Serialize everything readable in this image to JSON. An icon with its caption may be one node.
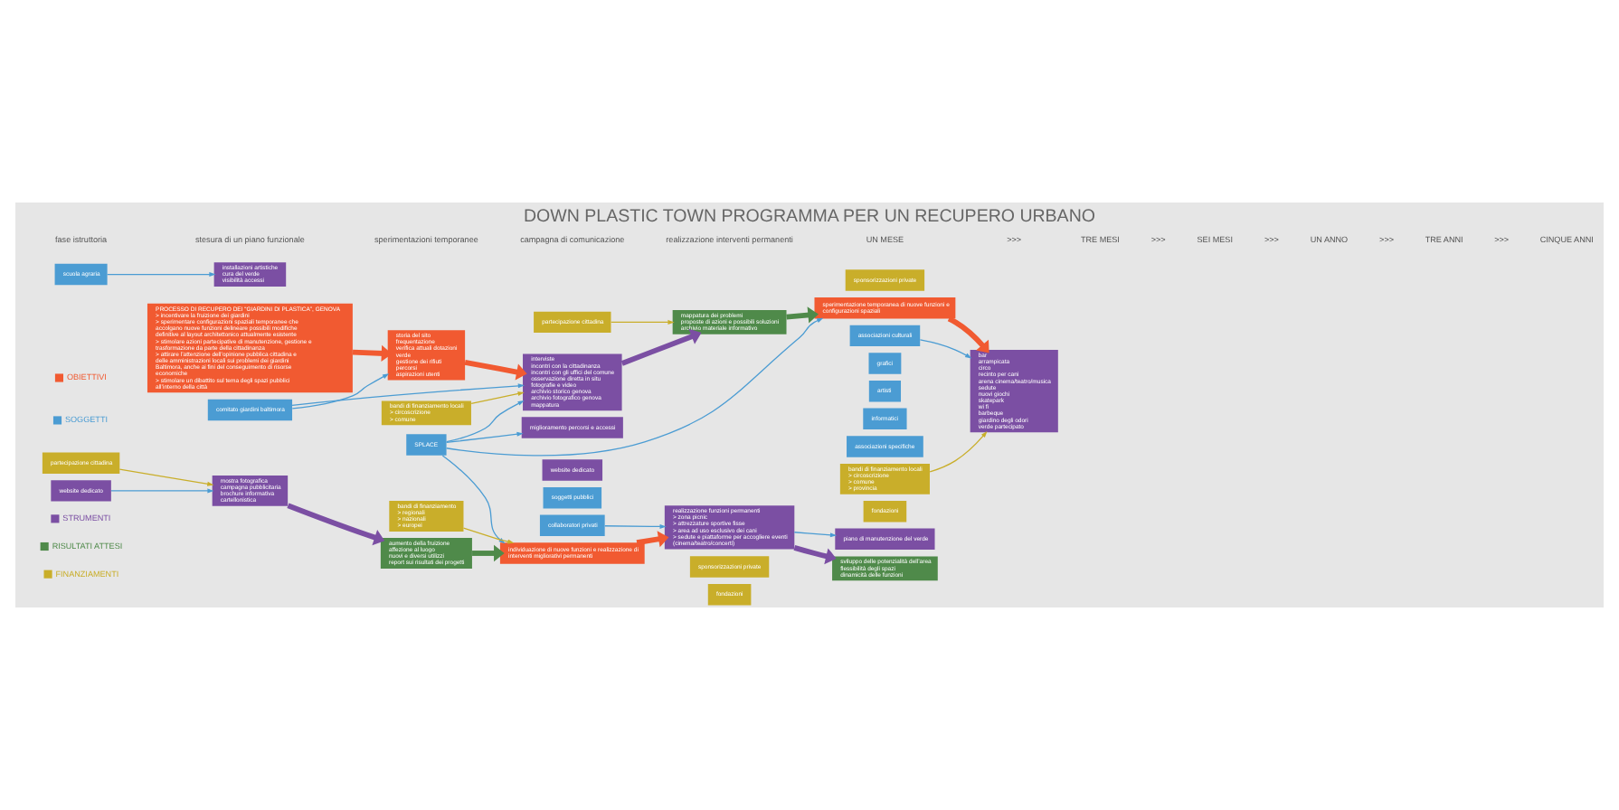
{
  "diagram": {
    "title": "DOWN PLASTIC TOWN PROGRAMMA PER UN RECUPERO URBANO",
    "nodes": [
      {
        "text": [
          "PROCESSO DI RECUPERO DEI “GIARDINI DI PLASTICA”, GENOVA",
          "> incentivare la fruizione dei giardini",
          "> sperimentare configurazioni spaziali temporanee che accolgano nuove funzioni delineare possibili modifiche definitive al layout architettonico attualmente esistente",
          "> stimolare azioni partecipative di manutenzione, gestione e trasformazione da parte della cittadinanza",
          "> attirare l’attenzione dell’opinione pubblica cittadina e delle amministrazioni locali sui problemi dei giardini Baltimora, anche ai fini del conseguimento di risorse economiche",
          "> stimolare un dibattito sul tema degli spazi pubblici all’interno della città"
        ]
      },
      {
        "text": [
          "SPLACE"
        ]
      },
      {
        "text": [
          "comitato giardini baltimora"
        ]
      },
      {
        "text": [
          "storia del sito",
          "frequentazione",
          "verifica attuali dotazioni",
          "verde",
          "gestione dei rifiuti",
          "percorsi",
          "aspirazioni utenti"
        ]
      },
      {
        "text": [
          "interviste",
          "incontri con la cittadinanza",
          "incontri con gli uffici del comune",
          "osservazione diretta in situ",
          "fotografie e video",
          "archivio storico genova",
          "archivio fotografico genova",
          "mappatura"
        ]
      },
      {
        "text": [
          "mappatura dei problemi",
          "proposte di azioni e possibili soluzioni",
          "archivio materiale informativo"
        ]
      },
      {
        "text": [
          "bandi di finanziamento locali",
          "> circoscrizione",
          "> comune"
        ]
      },
      {
        "text": [
          "partecipazione cittadina"
        ]
      },
      {
        "text": [
          "sperimentazione temporanea di nuove funzioni e configurazioni spaziali"
        ]
      },
      {
        "text": [
          "associazioni culturali"
        ]
      },
      {
        "text": [
          "grafici"
        ]
      },
      {
        "text": [
          "artisti"
        ]
      },
      {
        "text": [
          "informatici"
        ]
      },
      {
        "text": [
          "associazioni specifiche"
        ]
      },
      {
        "text": [
          "scuola agraria"
        ]
      },
      {
        "text": [
          "website dedicato"
        ]
      },
      {
        "text": [
          "bar",
          "arrampicata",
          "circo",
          "recinto per cani",
          "arena cinema/teatro/musica",
          "sedute",
          "nuovi giochi",
          "skatepark",
          "wi fi",
          "barbeque",
          "giardino degli odori",
          "verde partecipato"
        ]
      },
      {
        "text": [
          "installazioni artistiche",
          "cura del verde",
          "visibilità accessi"
        ]
      },
      {
        "text": [
          "bandi di finanziamento locali",
          "> circoscrizione",
          "> comune",
          "> provincia"
        ]
      },
      {
        "text": [
          "fondazioni"
        ]
      },
      {
        "text": [
          "sponsorizzazioni private"
        ]
      },
      {
        "text": [
          "mostra fotografica",
          "campagna pubblicitaria",
          "brochure informativa",
          "cartellonistica"
        ]
      },
      {
        "text": [
          "partecipazione cittadina"
        ]
      },
      {
        "text": [
          "aumento della fruizione",
          "affezione al luogo",
          "nuovi e diversi utilizzi",
          "report sui risultati dei progetti"
        ]
      },
      {
        "text": [
          "individuazione di nuove funzioni e realizzazione di interventi migliorativi permanenti"
        ]
      },
      {
        "text": [
          "soggetti pubblici"
        ]
      },
      {
        "text": [
          "collaboratori privati"
        ]
      },
      {
        "text": [
          "miglioramento percorsi e accessi"
        ]
      },
      {
        "text": [
          "piano di manutenzione del verde"
        ]
      },
      {
        "text": [
          "website dedicato"
        ]
      },
      {
        "text": [
          "realizzazione funzioni permanenti",
          "> zona picnic",
          "> attrezzature sportive fisse",
          "> area ad uso esclusivo dei cani",
          "> sedute e piattaforme per accogliere eventi (cinema/teatro/concerti)"
        ]
      },
      {
        "text": [
          "sviluppo delle potenzialità dell’area",
          "flessibilità degli spazi",
          "dinamicità delle funzioni"
        ]
      },
      {
        "text": [
          "bandi di finanziamento",
          "> regionali",
          "> nazionali",
          "> europei"
        ]
      },
      {
        "text": [
          "fondazioni"
        ]
      },
      {
        "text": [
          "sponsorizzazioni private"
        ]
      }
    ],
    "edges": [
      {
        "from": 0,
        "to": 3,
        "arrow": "to",
        "style": "thick",
        "color": "#f15a31"
      },
      {
        "from": 3,
        "to": 4,
        "arrow": "to",
        "style": "thick",
        "color": "#f15a31"
      },
      {
        "from": 4,
        "to": 5,
        "arrow": "to",
        "style": "thick",
        "color": "#7b4fa3"
      },
      {
        "from": 5,
        "to": 8,
        "arrow": "to",
        "style": "thick",
        "color": "#4f8a4a"
      },
      {
        "from": 8,
        "to": 16,
        "arrow": "to",
        "style": "thick",
        "color": "#f15a31"
      },
      {
        "from": 21,
        "to": 23,
        "arrow": "to",
        "style": "thick",
        "color": "#7b4fa3"
      },
      {
        "from": 23,
        "to": 24,
        "arrow": "to",
        "style": "thick",
        "color": "#4f8a4a"
      },
      {
        "from": 24,
        "to": 30,
        "arrow": "to",
        "style": "thick",
        "color": "#f15a31"
      },
      {
        "from": 30,
        "to": 31,
        "arrow": "to",
        "style": "thick",
        "color": "#7b4fa3"
      },
      {
        "from": 1,
        "to": 4,
        "arrow": "to"
      },
      {
        "from": 2,
        "to": 4,
        "arrow": "to"
      },
      {
        "from": 2,
        "to": 3,
        "arrow": "to"
      },
      {
        "from": 6,
        "to": 4,
        "arrow": "to",
        "color": "#c9ae2a"
      },
      {
        "from": 7,
        "to": 5,
        "arrow": "to",
        "color": "#c9ae2a"
      },
      {
        "from": 9,
        "to": 16,
        "arrow": "to"
      },
      {
        "from": 14,
        "to": 17,
        "arrow": "to"
      },
      {
        "from": 15,
        "to": 21,
        "arrow": "to"
      },
      {
        "from": 18,
        "to": 16,
        "arrow": "to",
        "color": "#c9ae2a"
      },
      {
        "from": 22,
        "to": 21,
        "arrow": "to",
        "color": "#c9ae2a"
      },
      {
        "from": 26,
        "to": 30,
        "arrow": "to"
      },
      {
        "from": 1,
        "to": 8,
        "arrow": "to"
      },
      {
        "from": 1,
        "to": 24,
        "arrow": "to"
      },
      {
        "from": 30,
        "to": 28,
        "arrow": "to"
      },
      {
        "from": 32,
        "to": 24,
        "arrow": "to",
        "color": "#c9ae2a"
      },
      {
        "from": 1,
        "to": 27,
        "arrow": "to"
      }
    ],
    "labels": [
      "fase istruttoria",
      "stesura di un piano funzionale",
      "sperimentazioni temporanee",
      "campagna di comunicazione",
      "realizzazione interventi permanenti",
      "UN MESE",
      ">>>",
      "TRE MESI",
      ">>>",
      "SEI MESI",
      ">>>",
      "UN ANNO",
      ">>>",
      "TRE ANNI",
      ">>>",
      "CINQUE ANNI"
    ],
    "legend": [
      {
        "text": "OBIETTIVI",
        "color": "#f15a31"
      },
      {
        "text": "SOGGETTI",
        "color": "#4b9cd3"
      },
      {
        "text": "STRUMENTI",
        "color": "#7b4fa3"
      },
      {
        "text": "RISULTATI ATTESI",
        "color": "#4f8a4a"
      },
      {
        "text": "FINANZIAMENTI",
        "color": "#c9ae2a"
      }
    ]
  }
}
